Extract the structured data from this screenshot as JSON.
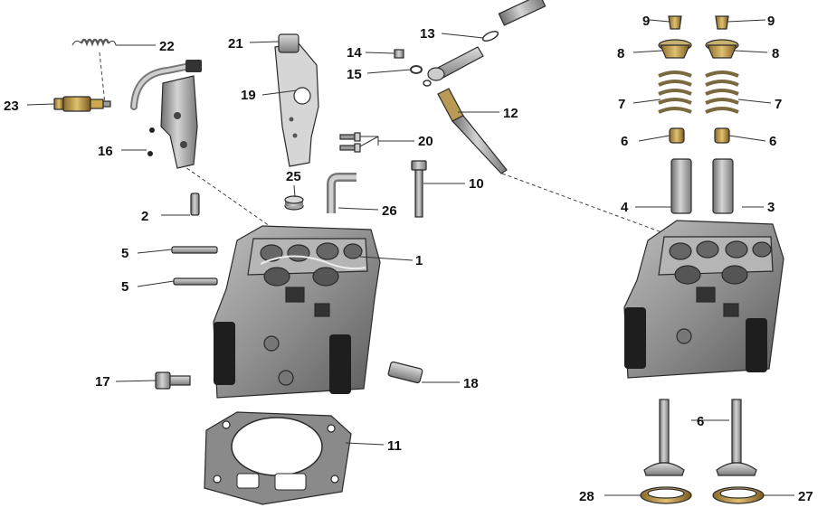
{
  "colors": {
    "metal_light": "#c9c9c9",
    "metal_mid": "#9a9a9a",
    "metal_dark": "#4a4a4a",
    "rubber": "#1e1e1e",
    "outline": "#2a2a2a"
  },
  "callouts": [
    {
      "label": "1"
    },
    {
      "label": "2"
    },
    {
      "label": "3"
    },
    {
      "label": "4"
    },
    {
      "label": "5"
    },
    {
      "label": "5"
    },
    {
      "label": "6"
    },
    {
      "label": "6"
    },
    {
      "label": "6"
    },
    {
      "label": "7"
    },
    {
      "label": "7"
    },
    {
      "label": "8"
    },
    {
      "label": "8"
    },
    {
      "label": "9"
    },
    {
      "label": "9"
    },
    {
      "label": "10"
    },
    {
      "label": "11"
    },
    {
      "label": "12"
    },
    {
      "label": "13"
    },
    {
      "label": "14"
    },
    {
      "label": "15"
    },
    {
      "label": "16"
    },
    {
      "label": "17"
    },
    {
      "label": "18"
    },
    {
      "label": "19"
    },
    {
      "label": "20"
    },
    {
      "label": "21"
    },
    {
      "label": "22"
    },
    {
      "label": "23"
    },
    {
      "label": "25"
    },
    {
      "label": "26"
    },
    {
      "label": "27"
    },
    {
      "label": "28"
    }
  ]
}
